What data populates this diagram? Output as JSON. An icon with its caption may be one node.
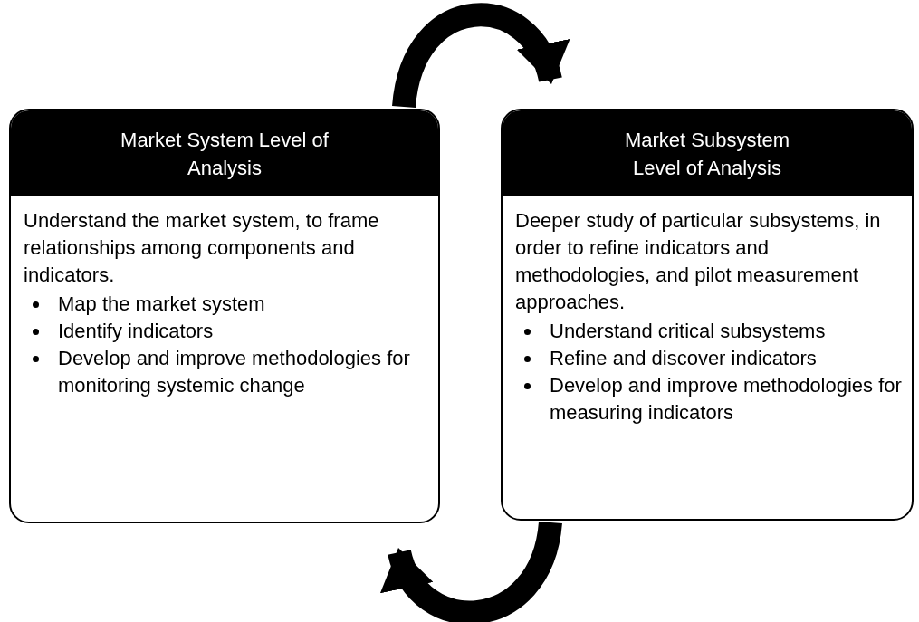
{
  "diagram": {
    "nodes": [
      {
        "text": [
          "Market System Level of Analysis",
          "Understand the market system, to frame relationships among components and indicators.",
          "Map the market system",
          "Identify indicators",
          "Develop and improve methodologies for monitoring systemic change"
        ]
      },
      {
        "text": [
          "Market Subsystem Level of Analysis",
          "Deeper study of particular subsystems, in order to refine indicators and methodologies, and pilot measurement approaches.",
          "Understand critical subsystems",
          "Refine and discover indicators",
          "Develop and improve methodologies for measuring indicators"
        ]
      }
    ],
    "edges": [
      {
        "from": 0,
        "to": 1,
        "arrow": "to"
      },
      {
        "from": 1,
        "to": 0,
        "arrow": "to"
      }
    ]
  }
}
